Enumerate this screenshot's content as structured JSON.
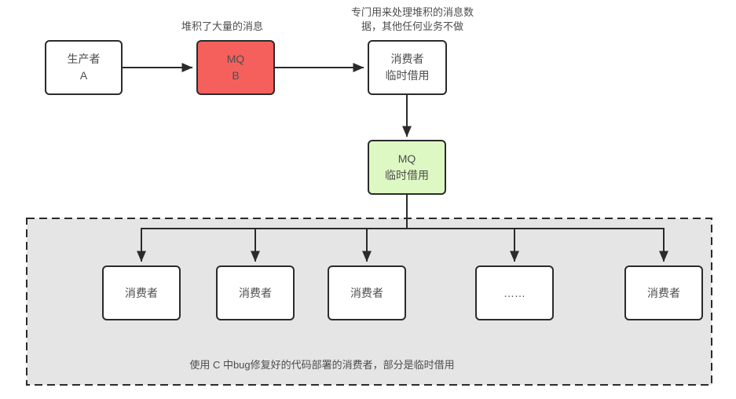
{
  "diagram": {
    "notes": {
      "backlog": "堆积了大量的消息",
      "dedicated_line1": "专门用来处理堆积的消息数",
      "dedicated_line2": "据，其他任何业务不做",
      "pool_caption": "使用 C 中bug修复好的代码部署的消费者，部分是临时借用"
    },
    "nodes": {
      "producer": {
        "line1": "生产者",
        "line2": "A"
      },
      "mq_b": {
        "line1": "MQ",
        "line2": "B"
      },
      "consumer_temp": {
        "line1": "消费者",
        "line2": "临时借用"
      },
      "mq_temp": {
        "line1": "MQ",
        "line2": "临时借用"
      }
    },
    "consumers": [
      {
        "label": "消费者"
      },
      {
        "label": "消费者"
      },
      {
        "label": "消费者"
      },
      {
        "label": "……"
      },
      {
        "label": "消费者"
      }
    ],
    "colors": {
      "mq_b_fill": "#f5605c",
      "mq_temp_fill": "#def8c3",
      "pool_fill": "#e5e5e5",
      "line_color": "#2b2b2b",
      "text_color": "#4d4d4d"
    }
  }
}
